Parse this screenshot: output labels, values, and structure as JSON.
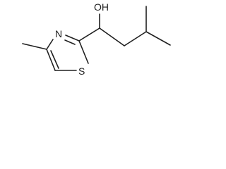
{
  "molecule": {
    "atoms": {
      "oh": "OH",
      "n": "N",
      "s": "S"
    }
  }
}
